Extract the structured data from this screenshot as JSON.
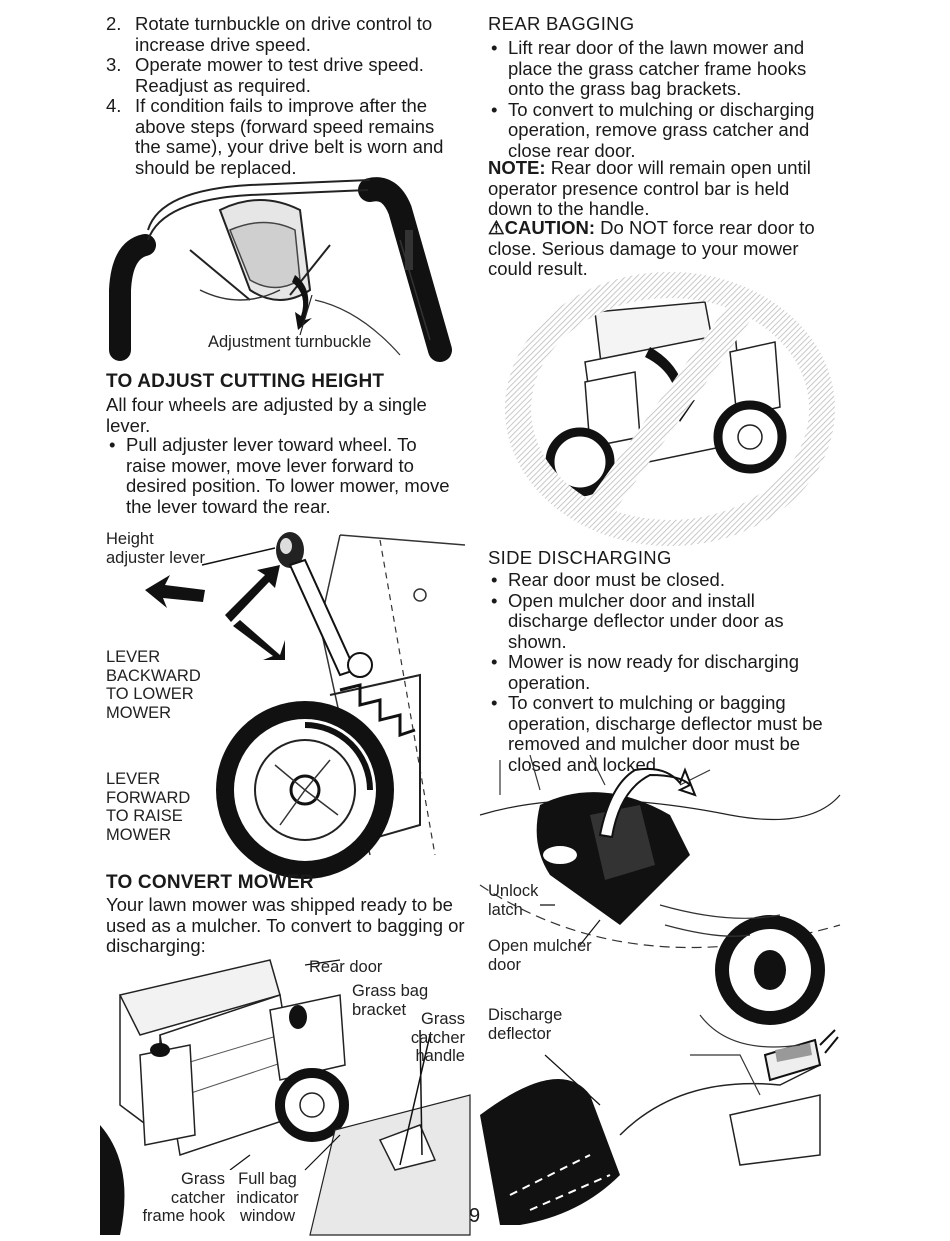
{
  "left_col": {
    "steps": [
      {
        "num": "2.",
        "text": "Rotate turnbuckle on drive control to increase drive speed."
      },
      {
        "num": "3.",
        "text": "Operate mower to test drive speed. Readjust as required."
      },
      {
        "num": "4.",
        "text": "If condition fails to improve after the above steps (forward speed remains the same), your drive belt is worn and should be replaced."
      }
    ],
    "fig1_label": "Adjustment turnbuckle",
    "adjust_heading": "TO ADJUST CUTTING HEIGHT",
    "adjust_intro": "All four wheels are adjusted by a single lever.",
    "adjust_bullet": "Pull adjuster lever toward wheel. To raise mower, move lever forward to desired position. To lower mower, move the lever toward the rear.",
    "fig2_labels": {
      "height_lever": "Height adjuster lever",
      "lever_backward": "LEVER BACKWARD TO LOWER MOWER",
      "lever_forward": "LEVER FORWARD TO RAISE MOWER"
    },
    "convert_heading": "TO CONVERT MOWER",
    "convert_text": "Your lawn mower was shipped ready to be used as a mulcher. To convert to bagging or discharging:",
    "fig3_labels": {
      "rear_door": "Rear door",
      "grass_bag_bracket": "Grass bag bracket",
      "grass_catcher_handle": "Grass catcher handle",
      "grass_catcher_frame_hook": "Grass catcher frame hook",
      "full_bag_indicator": "Full bag indicator window"
    }
  },
  "right_col": {
    "rear_bagging_heading": "REAR BAGGING",
    "rear_bullets": [
      "Lift rear door of the lawn mower and place the grass catcher frame hooks onto the grass bag brackets.",
      "To convert to mulching or discharging operation, remove grass catcher and close rear door."
    ],
    "note_label": "NOTE:",
    "note_text": "Rear door will remain open until operator presence control bar is held down to the handle.",
    "caution_label": "CAUTION:",
    "caution_text": "Do NOT force rear door to close. Serious damage to your mower could result.",
    "side_heading": "SIDE DISCHARGING",
    "side_bullets": [
      "Rear door must be closed.",
      "Open mulcher door and install discharge deflector under door as shown.",
      "Mower is now ready for discharging operation.",
      "To convert to mulching or bagging operation, discharge deflector must be removed and mulcher door must be closed and locked."
    ],
    "fig5_labels": {
      "unlock_latch": "Unlock latch",
      "open_mulcher_door": "Open mulcher door",
      "discharge_deflector": "Discharge deflector"
    }
  },
  "page_number": "9"
}
